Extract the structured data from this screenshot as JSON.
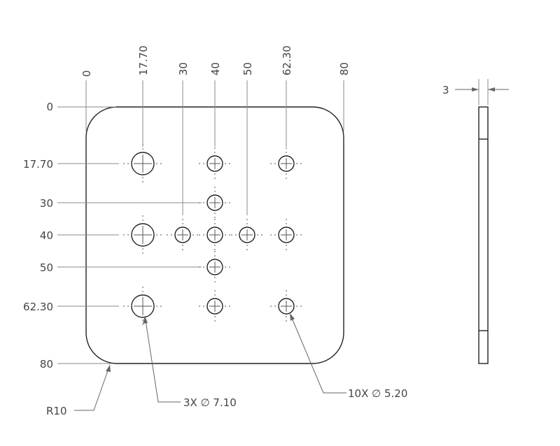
{
  "drawing": {
    "top_dims": {
      "d0": "0",
      "d17_70": "17.70",
      "d30": "30",
      "d40": "40",
      "d50": "50",
      "d62_30": "62.30",
      "d80": "80"
    },
    "left_dims": {
      "d0": "0",
      "d17_70": "17.70",
      "d30": "30",
      "d40": "40",
      "d50": "50",
      "d62_30": "62.30",
      "d80": "80"
    },
    "callouts": {
      "radius": "R10",
      "large_holes": "3X ∅ 7.10",
      "small_holes": "10X ∅ 5.20",
      "thickness": "3"
    }
  }
}
